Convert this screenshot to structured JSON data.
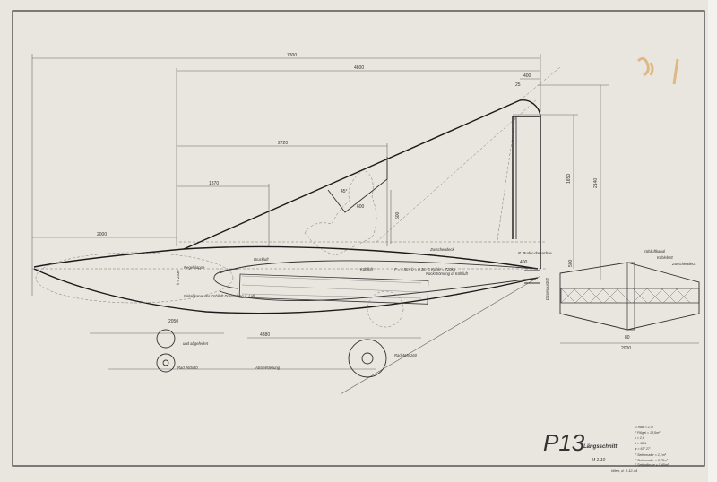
{
  "drawing": {
    "title": "P13",
    "subtitle": "Längsschnitt",
    "scale": "M 1:10",
    "date": "Wien, d. 8.12.44",
    "specs": [
      "G max = 2,3t",
      "F Flügel = 18,5m²",
      "λ = 2,6",
      "d = 18%",
      "φ = 63° 27'",
      "F Seitenruder = 2,1m²",
      "F Seitenruder = 0,75m²",
      "F Seitenflosse = 1,45m²"
    ],
    "dimensions": {
      "overall_length": "7300",
      "wing_root": "4800",
      "cockpit": "2720",
      "cockpit_front": "1370",
      "nose": "2000",
      "fin_top": "400",
      "fin_tip": "25",
      "fin_height": "1650",
      "total_height": "2140",
      "seat_height": "500",
      "pilot_angle": "45°",
      "pilot_dim": "600",
      "wheel_base_front": "2050",
      "wheel_base": "4380",
      "rudder_axis": "400",
      "tail_offset": "500",
      "section_width": "2000",
      "section_spar": "80"
    },
    "labels": {
      "intake": "Regelklappe",
      "intake_dia": "h = 2330",
      "inlet_note": "Einlaßkanal der Kühlluft Drosselung d. Luft",
      "pressure_air": "Druckluft",
      "cooling_air": "Kühlluft",
      "fuel_stats": "F = 4,5m²  b = 0,3m  G Kohle = 720kg",
      "exhaust": "Rückströmung d. Kühlluft",
      "intermediate_deck": "Zwischendeck",
      "rudder_axis": "R. Ruder-drehachse",
      "front_wheel": "und abgefedert",
      "wheel_size_front": "Rad 260x80",
      "wheel_size_main": "Rad 465x160",
      "ground_line": "Abstellstellung",
      "nozzle": "Düsenaustritt",
      "section_cooling": "Kühlluftkanal",
      "section_coal": "Kohlebett",
      "section_deck": "Zwischendeck"
    },
    "colors": {
      "paper": "#e9e6df",
      "ink": "#1a1a1a",
      "stain": "#d9a560"
    }
  }
}
